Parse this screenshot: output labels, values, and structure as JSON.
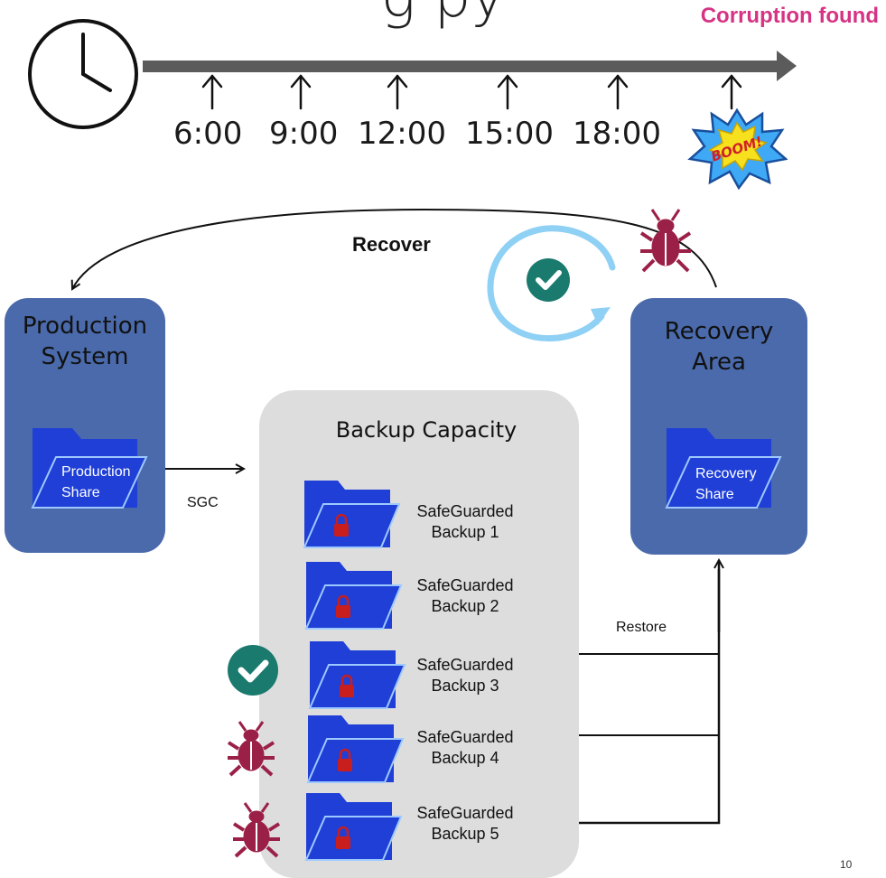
{
  "title_partial": "g        py",
  "corruption_label": "Corruption found",
  "timeline": {
    "times": [
      "6:00",
      "9:00",
      "12:00",
      "15:00",
      "18:00"
    ]
  },
  "boom_text": "BOOM!",
  "recover_label": "Recover",
  "production": {
    "title_line1": "Production",
    "title_line2": "System",
    "share_line1": "Production",
    "share_line2": "Share"
  },
  "recovery": {
    "title_line1": "Recovery",
    "title_line2": "Area",
    "share_line1": "Recovery",
    "share_line2": "Share"
  },
  "backup_title": "Backup Capacity",
  "sgc_label": "SGC",
  "restore_label": "Restore",
  "backups": [
    {
      "line1": "SafeGuarded",
      "line2": "Backup 1"
    },
    {
      "line1": "SafeGuarded",
      "line2": "Backup 2"
    },
    {
      "line1": "SafeGuarded",
      "line2": "Backup 3"
    },
    {
      "line1": "SafeGuarded",
      "line2": "Backup 4"
    },
    {
      "line1": "SafeGuarded",
      "line2": "Backup  5"
    }
  ],
  "page_number": "10",
  "colors": {
    "box_blue": "#4a6aab",
    "folder_blue": "#1f3fd6",
    "pink": "#d63384",
    "bug": "#9b2048",
    "check_green": "#1a7a6e",
    "ring_blue": "#8fd0f5"
  }
}
